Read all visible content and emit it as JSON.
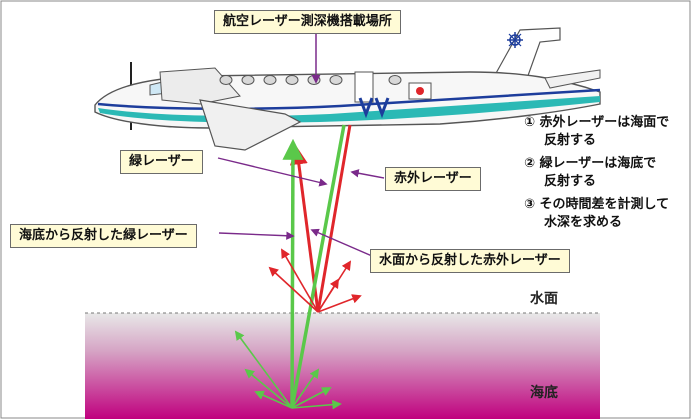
{
  "labels": {
    "installation": "航空レーザー測深機搭載場所",
    "green_laser": "緑レーザー",
    "infrared_laser": "赤外レーザー",
    "green_reflected_seabed": "海底から反射した緑レーザー",
    "infrared_reflected_surface": "水面から反射した赤外レーザー"
  },
  "notes": [
    {
      "num": "①",
      "line1": "赤外レーザーは海面で",
      "line2": "反射する"
    },
    {
      "num": "②",
      "line1": "緑レーザーは海底で",
      "line2": "反射する"
    },
    {
      "num": "③",
      "line1": "その時間差を計測して",
      "line2": "水深を求める"
    }
  ],
  "zones": {
    "water_surface": "水面",
    "seabed": "海底"
  },
  "colors": {
    "green_laser": "#5ac84a",
    "infrared_laser": "#e0262b",
    "aircraft_stripe": "#2bb9b5",
    "aircraft_line": "#1d3d9c",
    "water_top": "#d8d8d8",
    "water_bottom": "#c0007e",
    "label_bg": "#fffbd6"
  }
}
